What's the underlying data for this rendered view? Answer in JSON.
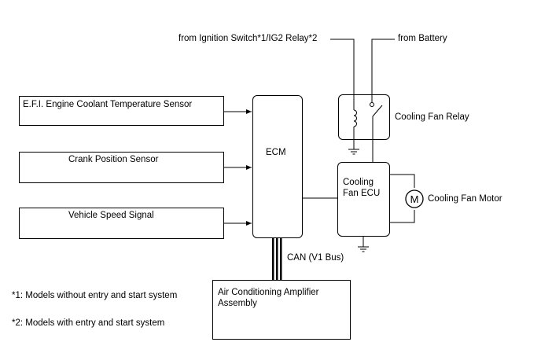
{
  "sources": {
    "ignition": "from Ignition Switch*1/IG2 Relay*2",
    "battery": "from Battery"
  },
  "inputs": [
    {
      "label": "E.F.I. Engine Coolant Temperature Sensor"
    },
    {
      "label": "Crank Position Sensor"
    },
    {
      "label": "Vehicle Speed Signal"
    }
  ],
  "ecm": {
    "label": "ECM"
  },
  "relay": {
    "label": "Cooling Fan Relay"
  },
  "fan_ecu": {
    "line1": "Cooling",
    "line2": "Fan ECU"
  },
  "motor": {
    "symbol": "M",
    "label": "Cooling Fan Motor"
  },
  "bus": {
    "label": "CAN (V1 Bus)"
  },
  "amplifier": {
    "line1": "Air Conditioning Amplifier",
    "line2": "Assembly"
  },
  "notes": [
    {
      "text": "*1: Models without entry and start system"
    },
    {
      "text": "*2: Models with entry and start system"
    }
  ],
  "colors": {
    "line": "#000000",
    "background": "#ffffff"
  }
}
